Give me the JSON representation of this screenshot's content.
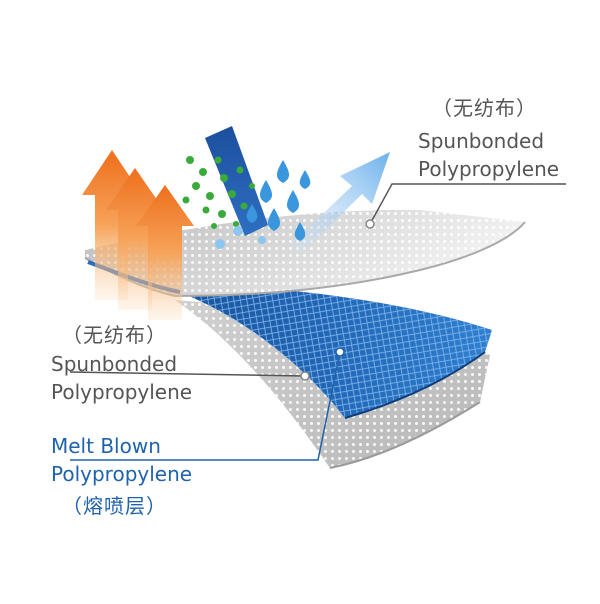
{
  "labels": {
    "top": {
      "chinese": "（无纺布）",
      "line1": "Spunbonded",
      "line2": "Polypropylene"
    },
    "middle": {
      "chinese": "（无纺布）",
      "line1": "Spunbonded",
      "line2": "Polypropylene"
    },
    "bottom": {
      "line1": "Melt Blown",
      "line2": "Polypropylene",
      "chinese": "（熔喷层）"
    }
  },
  "colors": {
    "label_grey": "#555555",
    "label_blue": "#1f63ad",
    "meltblown_blue": "#1f63ad",
    "spunbond_grey": "#d9d9d9",
    "heat_orange": "#f07a22",
    "particle_green": "#3aaa3a",
    "droplet_blue": "#3b97dd"
  },
  "icons": [
    "heat-arrow-icon",
    "water-droplet-icon",
    "particle-icon",
    "airflow-arrow-icon",
    "incoming-stream-icon"
  ]
}
